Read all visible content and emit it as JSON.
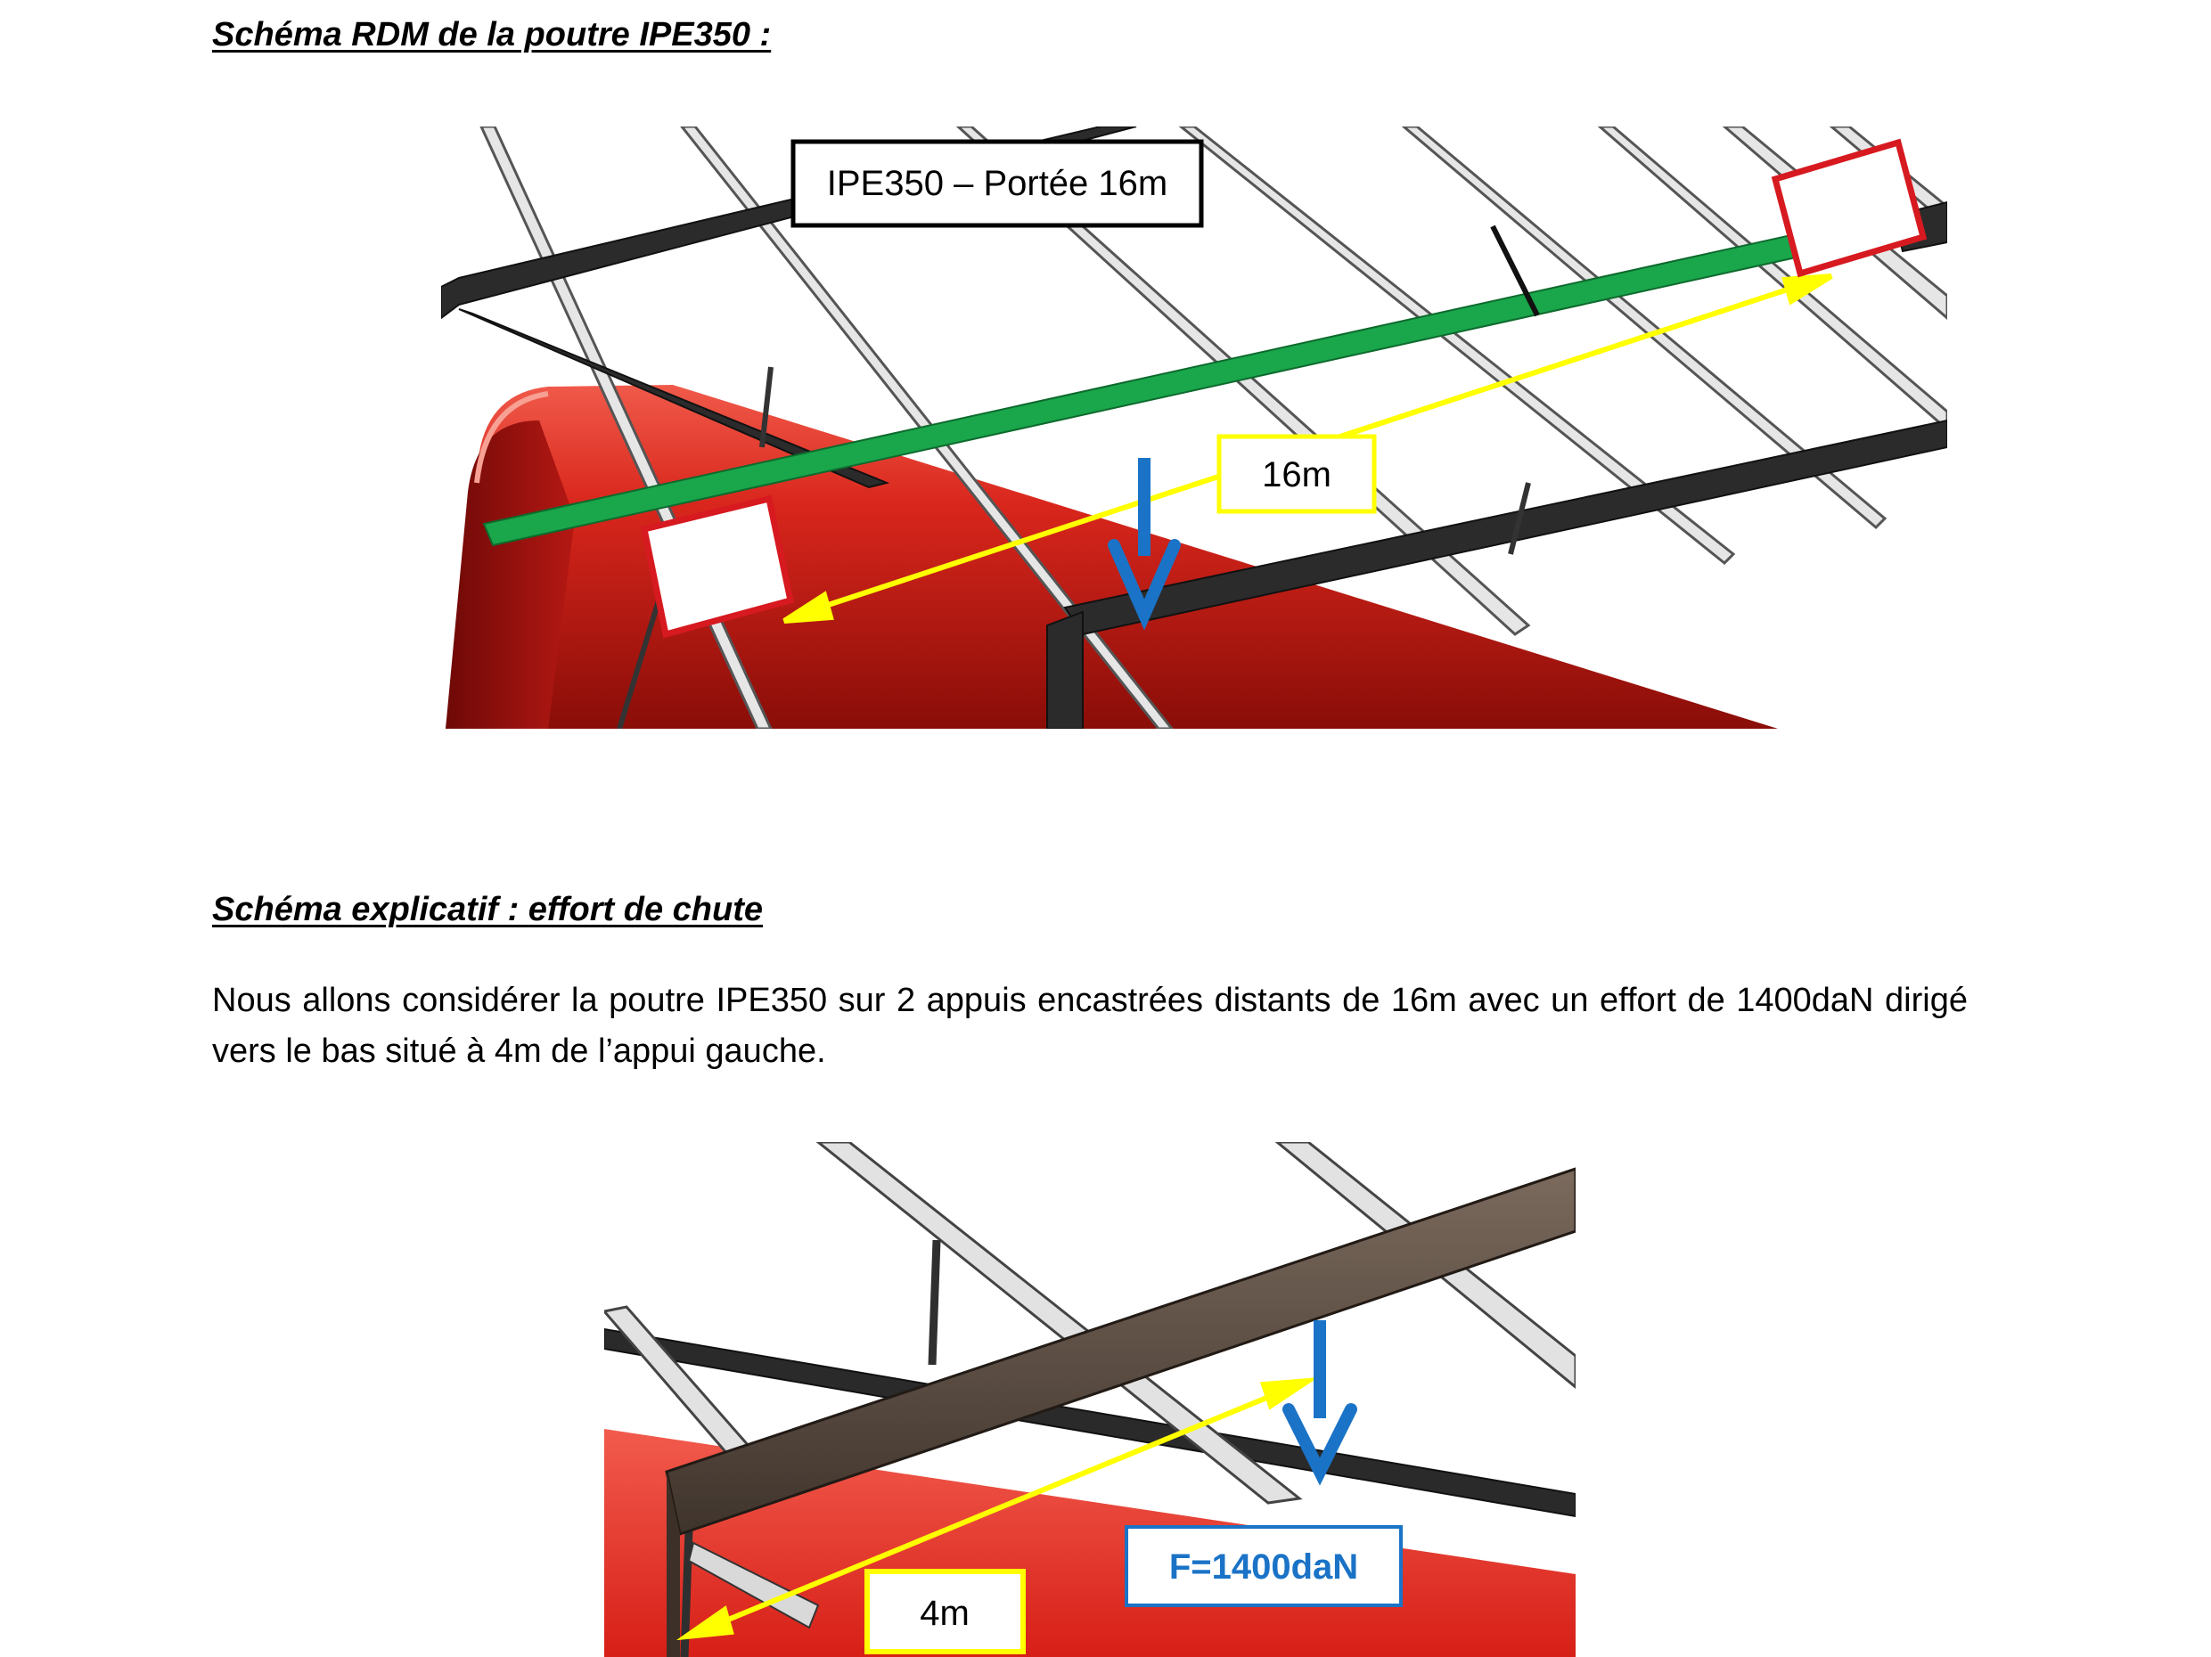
{
  "section1": {
    "heading": "Schéma RDM de la poutre IPE350 :",
    "figure": {
      "beam_label": "IPE350 – Portée 16m",
      "span_label": "16m",
      "colors": {
        "beam": "#1aa64b",
        "support": "#d71920",
        "dimension": "#ffff00",
        "force": "#1a73c6",
        "roof_body": "#d9261c"
      }
    }
  },
  "section2": {
    "heading": "Schéma explicatif : effort de chute",
    "paragraph": "Nous allons considérer la poutre IPE350 sur 2 appuis encastrées distants de 16m avec un effort de 1400daN dirigé vers le bas situé à 4m de l’appui gauche.",
    "figure": {
      "force_label": "F=1400daN",
      "distance_label": "4m",
      "colors": {
        "beam": "#5a4b3f",
        "dimension": "#ffff00",
        "force": "#1a73c6",
        "roof_body": "#e8342b"
      }
    }
  }
}
